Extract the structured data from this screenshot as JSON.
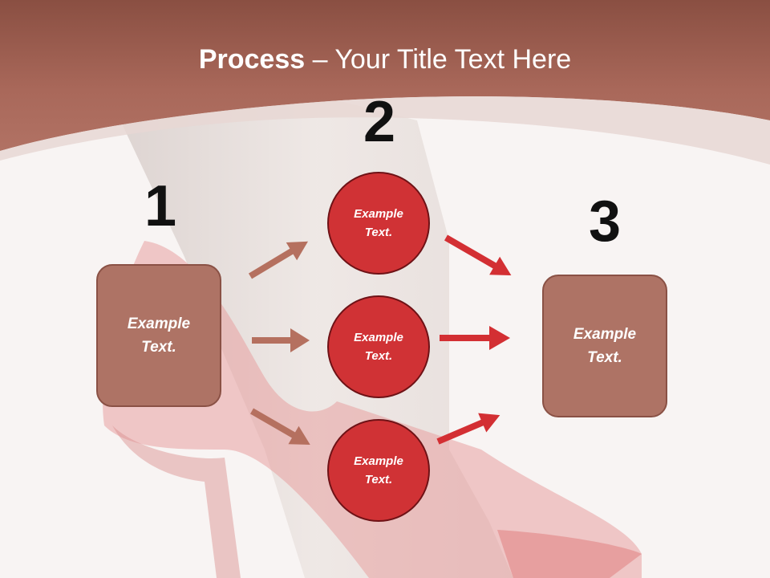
{
  "title": {
    "bold": "Process",
    "rest": " – Your Title Text Here"
  },
  "steps": {
    "n1": "1",
    "n2": "2",
    "n3": "3"
  },
  "boxes": {
    "left": {
      "line1": "Example",
      "line2": "Text."
    },
    "right": {
      "line1": "Example",
      "line2": "Text."
    }
  },
  "circles": [
    {
      "line1": "Example",
      "line2": "Text."
    },
    {
      "line1": "Example",
      "line2": "Text."
    },
    {
      "line1": "Example",
      "line2": "Text."
    }
  ],
  "colors": {
    "header": "#a9685a",
    "box_fill": "#ae7365",
    "circle_fill": "#d03235",
    "arrow_left": "#b5705f",
    "arrow_right": "#d32f33"
  }
}
